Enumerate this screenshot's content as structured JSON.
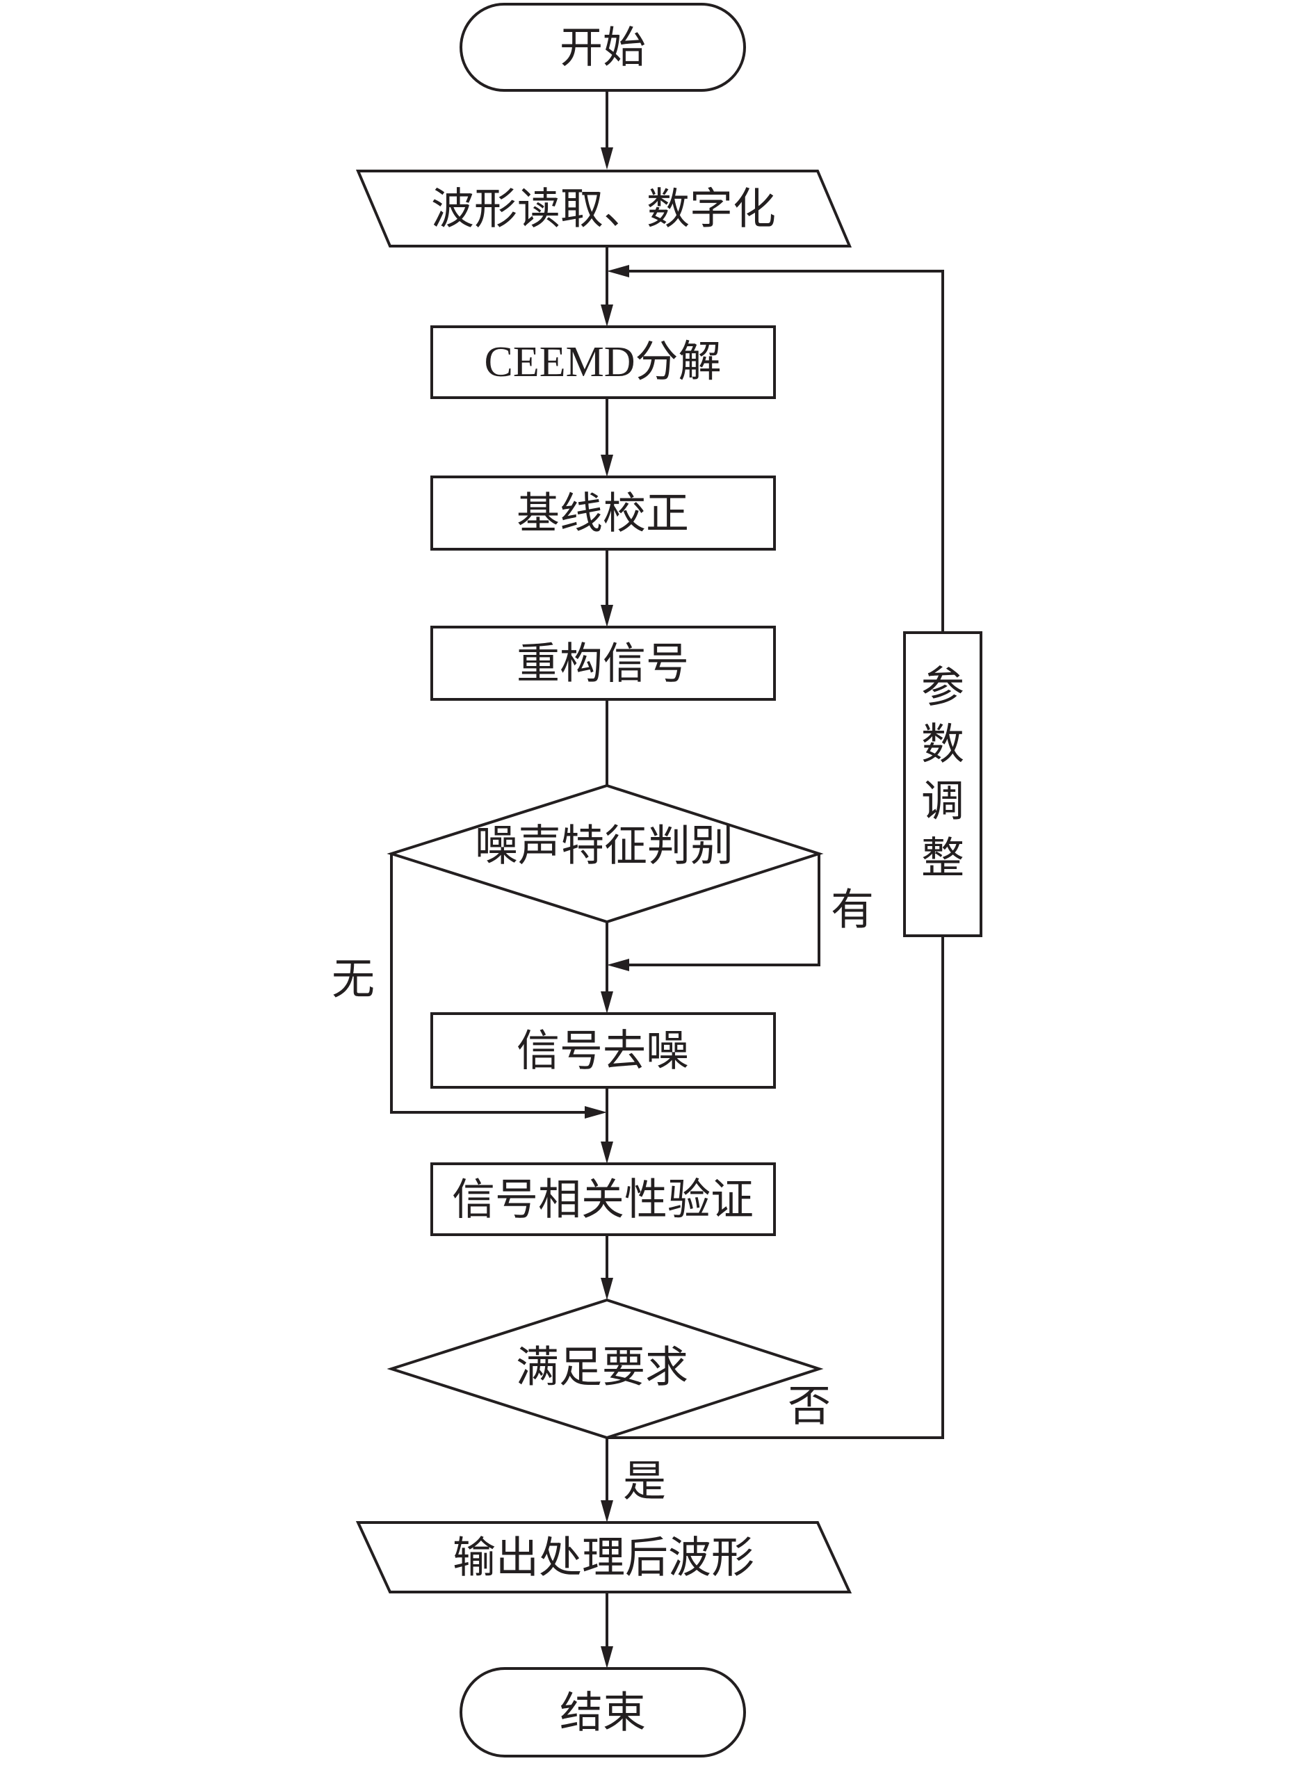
{
  "nodes": {
    "start": "开始",
    "read": "波形读取、数字化",
    "ceemd": "CEEMD分解",
    "baseline": "基线校正",
    "reconstruct": "重构信号",
    "noise_check": "噪声特征判别",
    "denoise": "信号去噪",
    "correlation": "信号相关性验证",
    "requirement": "满足要求",
    "output": "输出处理后波形",
    "end": "结束",
    "param_adjust": "参数调整"
  },
  "edge_labels": {
    "noise_yes": "有",
    "noise_no": "无",
    "req_no": "否",
    "req_yes": "是"
  },
  "colors": {
    "stroke": "#231f20",
    "fill": "#ffffff",
    "text": "#231f20"
  }
}
